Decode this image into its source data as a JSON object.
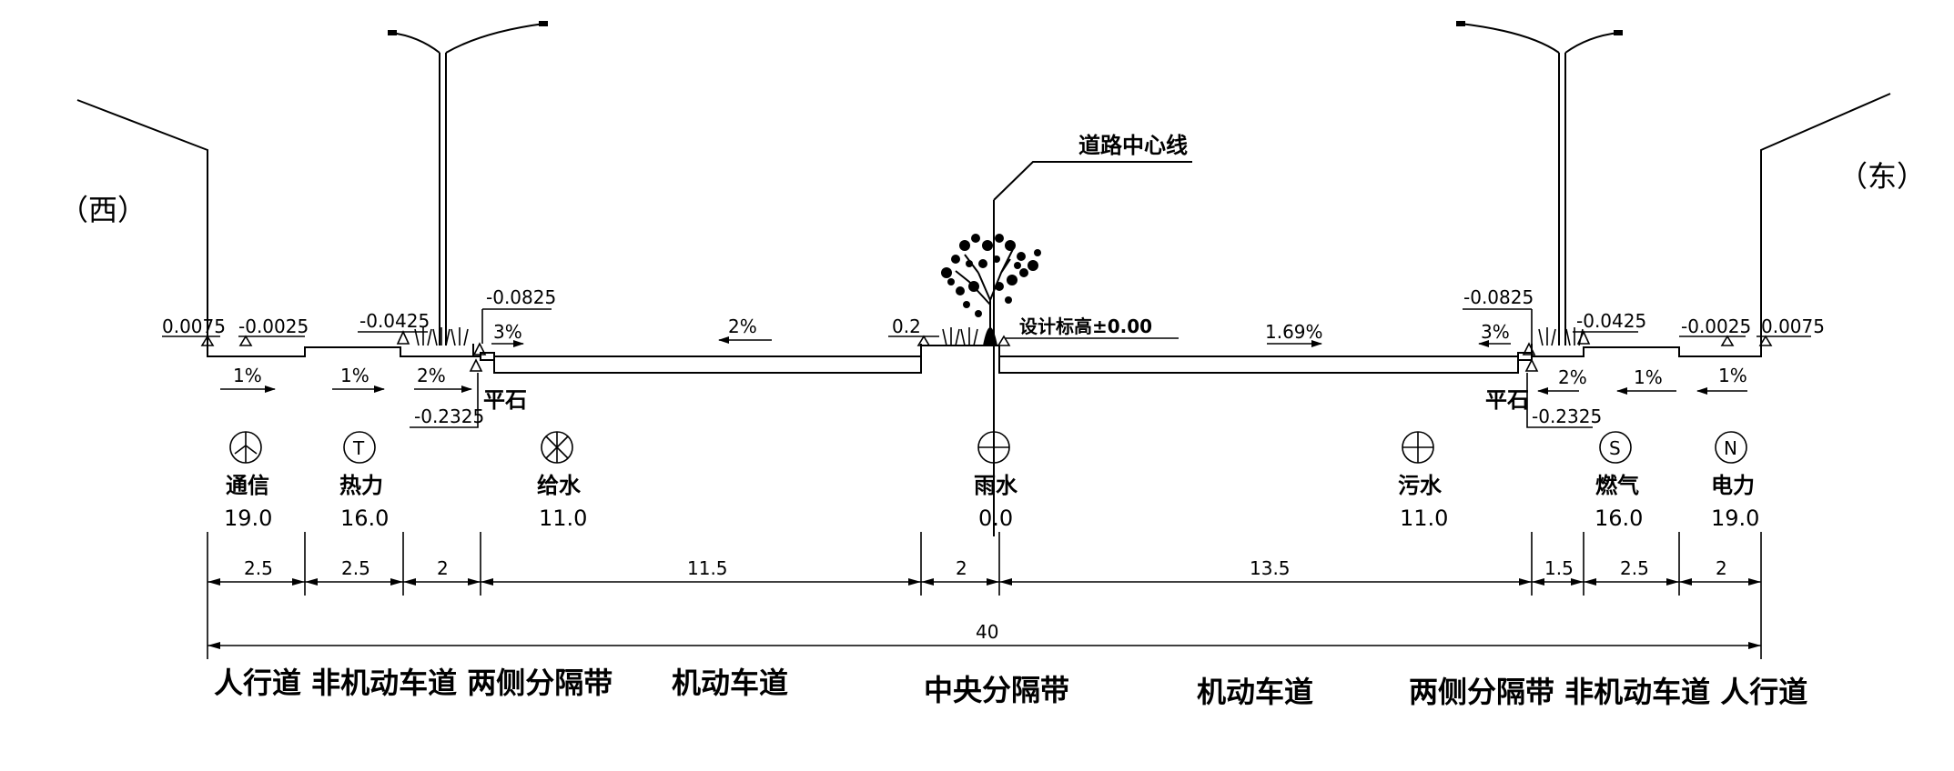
{
  "directions": {
    "west": "（西）",
    "east": "（东）"
  },
  "centerline_label": "道路中心线",
  "design_elevation": "设计标高±0.00",
  "elevations": {
    "w_outer": "0.0075",
    "w_walk": "-0.0025",
    "w_bike": "-0.0425",
    "w_curb_top": "-0.0825",
    "w_curb_bot": "-0.2325",
    "median": "0.2",
    "e_curb_top": "-0.0825",
    "e_bike": "-0.0425",
    "e_walk": "-0.0025",
    "e_outer": "0.0075",
    "e_curb_bot": "-0.2325"
  },
  "slopes": {
    "w_walk": "1%",
    "w_bike": "1%",
    "w_sep": "2%",
    "w_curb": "3%",
    "w_lane": "2%",
    "e_lane": "1.69%",
    "e_curb": "3%",
    "e_sep": "2%",
    "e_bike": "1%",
    "e_walk": "1%"
  },
  "curb_stone": {
    "west": "平石",
    "east": "平石"
  },
  "pipelines": [
    {
      "symbol": "telecom-icon",
      "name": "通信",
      "offset": "19.0"
    },
    {
      "symbol": "heat-icon",
      "name": "热力",
      "offset": "16.0",
      "letter": "T"
    },
    {
      "symbol": "water-supply-icon",
      "name": "给水",
      "offset": "11.0"
    },
    {
      "symbol": "storm-drain-icon",
      "name": "雨水",
      "offset": "0.0"
    },
    {
      "symbol": "sewage-icon",
      "name": "污水",
      "offset": "11.0"
    },
    {
      "symbol": "gas-icon",
      "name": "燃气",
      "offset": "16.0",
      "letter": "S"
    },
    {
      "symbol": "power-icon",
      "name": "电力",
      "offset": "19.0",
      "letter": "N"
    }
  ],
  "dimensions": [
    "2.5",
    "2.5",
    "2",
    "11.5",
    "2",
    "13.5",
    "1.5",
    "2.5",
    "2"
  ],
  "total_width": "40",
  "zones": {
    "west": "人行道 非机动车道 两侧分隔带",
    "west_lane": "机动车道",
    "median": "中央分隔带",
    "east_lane": "机动车道",
    "east": "两侧分隔带 非机动车道 人行道"
  }
}
